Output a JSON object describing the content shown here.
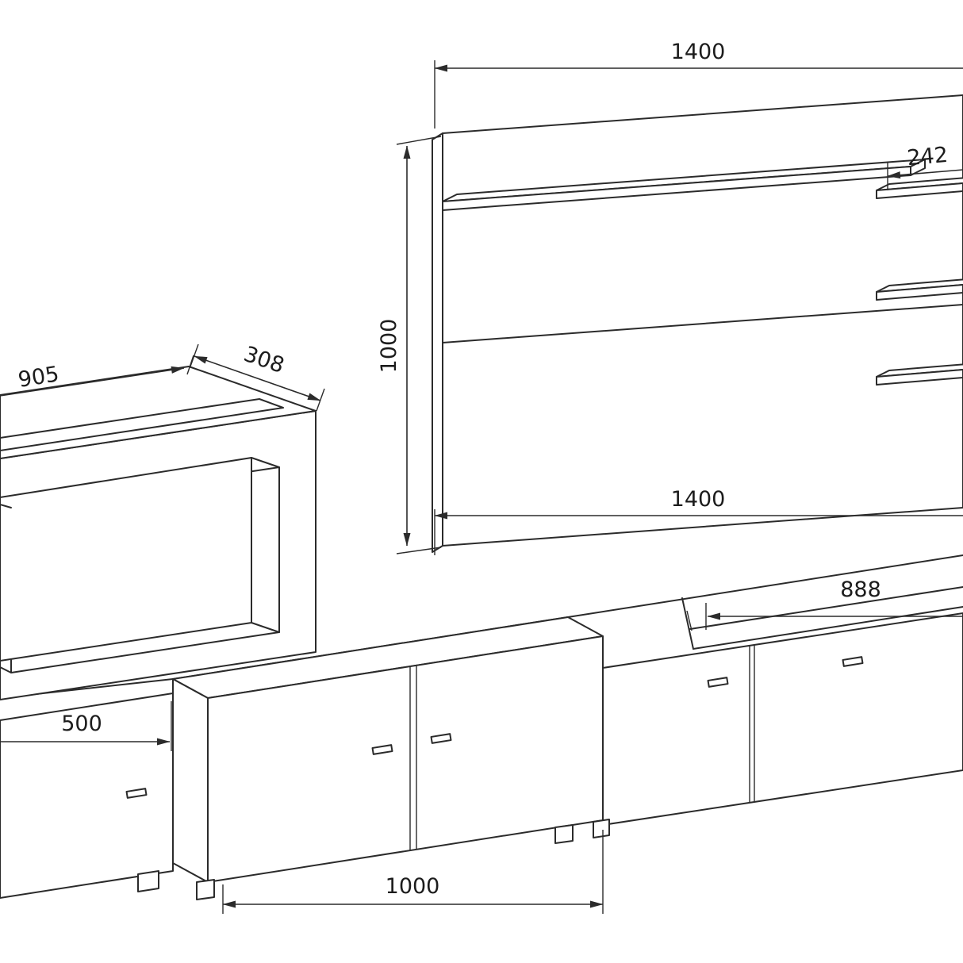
{
  "drawing": {
    "background": "#ffffff",
    "line_color": "#2b2b2b",
    "text_color": "#1c1c1c",
    "labels": {
      "panel_width_top": "1400",
      "side_shelf_width": "242",
      "panel_height": "1000",
      "panel_width_bottom": "1400",
      "cabinet_width": "905",
      "cabinet_depth": "308",
      "niche_width": "888",
      "bench_left_section_width": "500",
      "bench_middle_section_width": "1000"
    }
  }
}
